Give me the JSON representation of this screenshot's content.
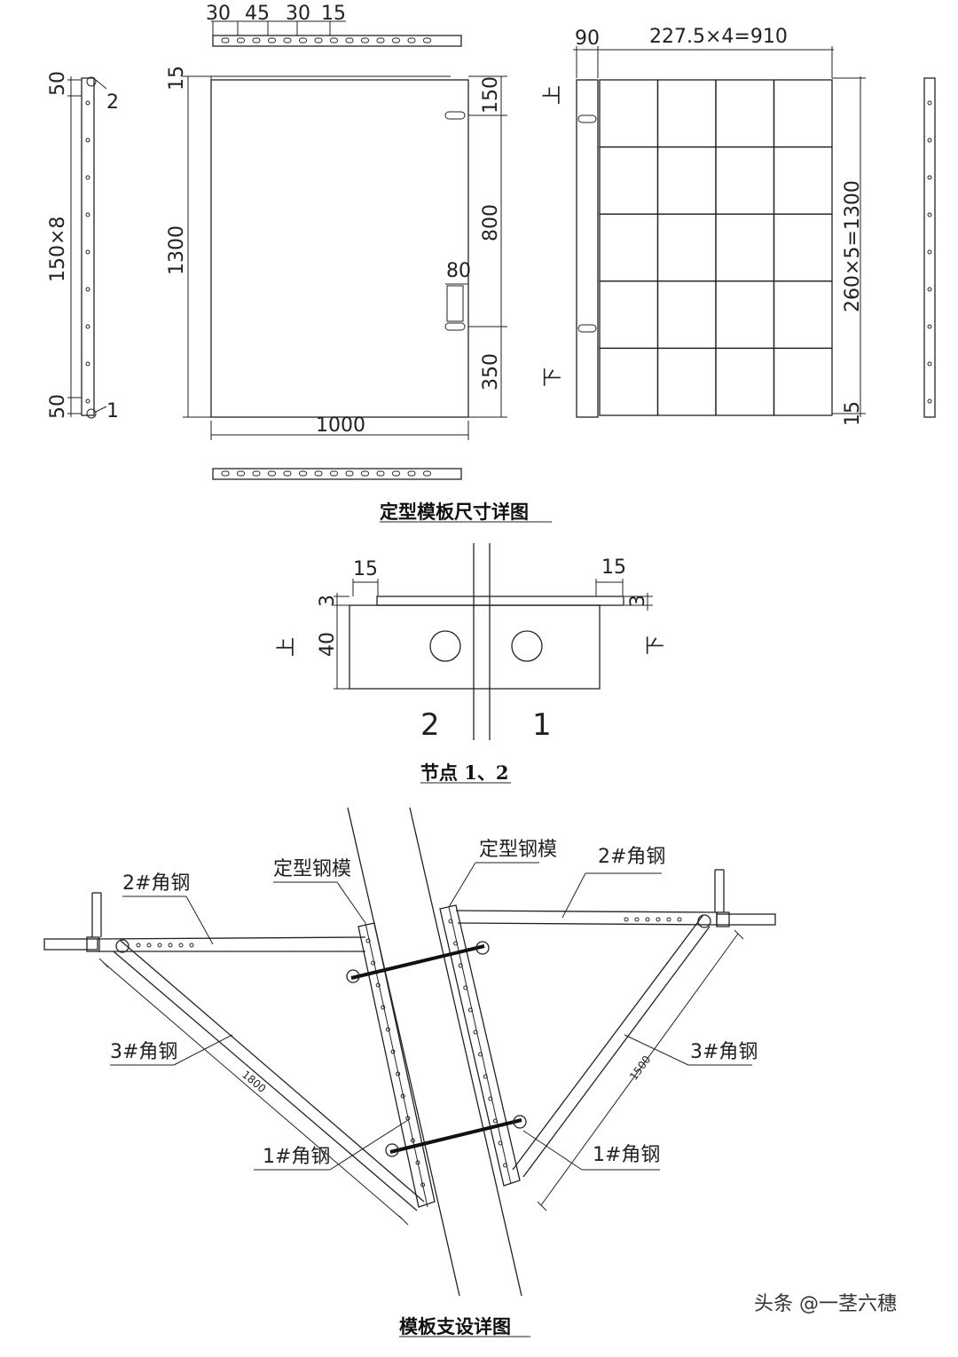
{
  "section_top": {
    "caption": "定型模板尺寸详图",
    "top_dims": [
      "30",
      "45",
      "30",
      "15"
    ],
    "left_dims": [
      "50",
      "150×8",
      "50"
    ],
    "node_labels": [
      "2",
      "1"
    ],
    "panel_left_dims": [
      "15",
      "1300"
    ],
    "panel_right_dims": [
      "150",
      "800",
      "350"
    ],
    "panel_slot_dim": "80",
    "panel_bottom_dim": "1000",
    "grid_top_dims": [
      "90",
      "227.5×4=910"
    ],
    "grid_right_dims": [
      "260×5=1300",
      "15"
    ],
    "side_marks": [
      "上",
      "下"
    ]
  },
  "section_node": {
    "caption": "节点 1、2",
    "dims": [
      "15",
      "15",
      "3",
      "3",
      "40"
    ],
    "side_marks": [
      "上",
      "下"
    ],
    "labels": [
      "2",
      "1"
    ]
  },
  "section_support": {
    "caption": "模板支设详图",
    "labels": {
      "formwork_left": "定型钢模",
      "formwork_right": "定型钢模",
      "angle2_left": "2#角钢",
      "angle2_right": "2#角钢",
      "angle3_left": "3#角钢",
      "angle3_right": "3#角钢",
      "angle1_left": "1#角钢",
      "angle1_right": "1#角钢"
    },
    "dims": [
      "1800",
      "1500"
    ]
  },
  "watermark": "头条 @一茎六穗"
}
